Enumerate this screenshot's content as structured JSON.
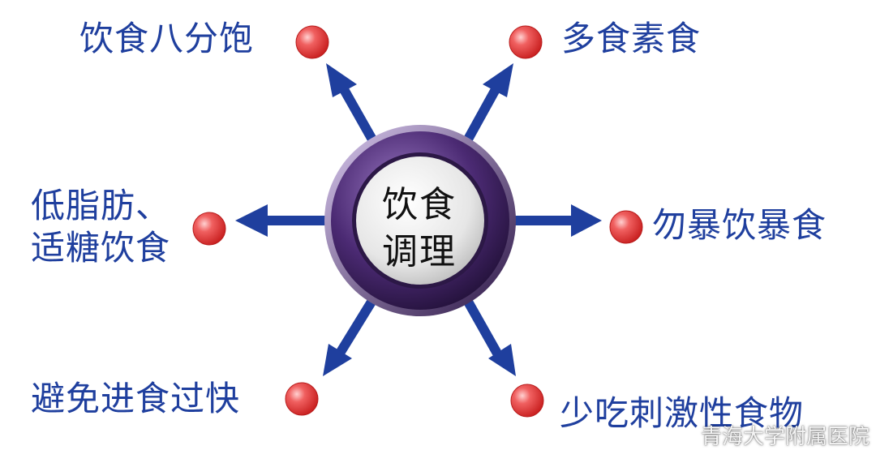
{
  "center": {
    "lines": [
      "饮食",
      "调理"
    ]
  },
  "items": [
    {
      "id": "top-left",
      "lines": [
        "饮食八分饱"
      ]
    },
    {
      "id": "top-right",
      "lines": [
        "多食素食"
      ]
    },
    {
      "id": "left",
      "lines": [
        "低脂肪、",
        "适糖饮食"
      ]
    },
    {
      "id": "right",
      "lines": [
        "勿暴饮暴食"
      ]
    },
    {
      "id": "bottom-left",
      "lines": [
        "避免进食过快"
      ]
    },
    {
      "id": "bottom-right",
      "lines": [
        "少吃刺激性食物"
      ]
    }
  ],
  "watermark": {
    "text": "青海大学附属医院",
    "icon": "wechat-icon"
  },
  "colors": {
    "arrow": "#1f3f9e",
    "label": "#1f3f9e",
    "dot": "#e03a3a",
    "ring": "#4b2a73"
  }
}
